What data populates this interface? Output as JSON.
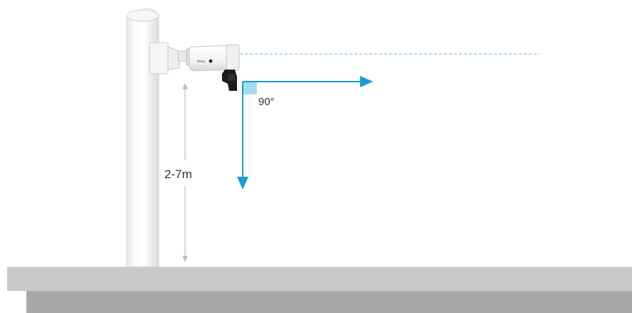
{
  "diagram": {
    "height_label": "2-7m",
    "angle_label": "90°",
    "camera_brand_text": "Imou"
  },
  "colors": {
    "axis_blue": "#1a9bd7",
    "angle_square": "#a6dcf2",
    "pole_fill": "#f4f4f4",
    "pole_stroke": "#d6d6d6",
    "ground_top": "#c9c9c9",
    "ground_base": "#a9a9a9",
    "dimension_gray": "#bdbdbd"
  }
}
